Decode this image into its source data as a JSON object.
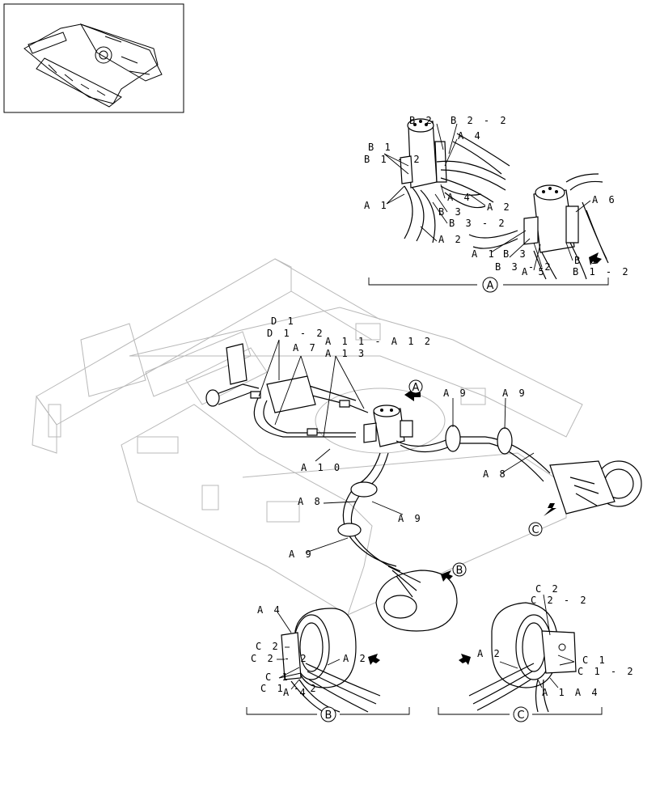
{
  "thumbnail": {
    "icon": "excavator-undercarriage-thumbnail-icon"
  },
  "views": {
    "A": "A",
    "B": "B",
    "C": "C"
  },
  "detail_A_labels": {
    "b2": "B 2",
    "b2_2": "B 2 - 2",
    "a4": "A 4",
    "b1": "B 1",
    "b1_2": "B 1 - 2",
    "a4b": "A 4",
    "a1": "A 1",
    "b3": "B 3",
    "a2": "A 2",
    "b3_2": "B 3 - 2",
    "a2b": "A 2",
    "a6": "A 6",
    "a1b": "A 1",
    "b3b": "B 3",
    "b1b": "B 1",
    "b3_2b": "B 3 - 2",
    "a5": "A 5",
    "b1_2b": "B 1 - 2"
  },
  "main_labels": {
    "d1": "D 1",
    "d1_2": "D 1 - 2",
    "a7": "A 7",
    "a11_a12": "A 1 1 - A 1 2",
    "a13": "A 1 3",
    "a9_left": "A 9",
    "a9_right": "A 9",
    "a8_right": "A 8",
    "a10": "A 1 0",
    "a8_left": "A 8",
    "a9_mid": "A 9",
    "a9_low": "A 9"
  },
  "detail_B_labels": {
    "a4": "A 4",
    "c2": "C 2",
    "c2_2": "C 2 - 2",
    "c1": "C 1",
    "c1_2": "C 1 - 2",
    "a2": "A 2",
    "a4b": "A 4"
  },
  "detail_C_labels": {
    "c2": "C 2",
    "c2_2": "C 2 - 2",
    "a2": "A 2",
    "c1": "C 1",
    "c1_2": "C 1 - 2",
    "a1a4": "A 1 A 4"
  },
  "colors": {
    "ink": "#000000",
    "ghost": "#b8b8b8",
    "background": "#ffffff"
  }
}
